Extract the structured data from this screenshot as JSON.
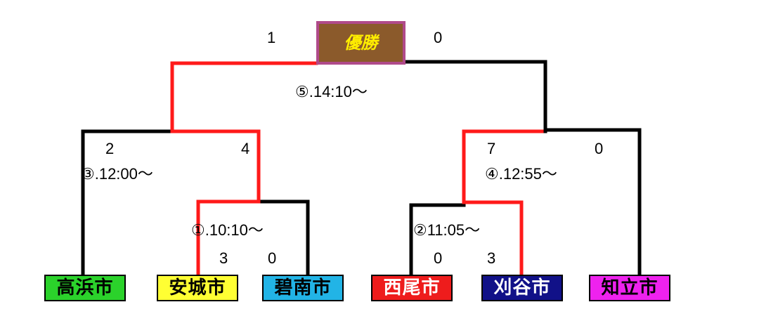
{
  "title": {
    "text": "優勝",
    "bg": "#8b5a2b",
    "border": "#b04a8a",
    "color": "#ffee00"
  },
  "colors": {
    "winner_line": "#ff1a1a",
    "loser_line": "#000000"
  },
  "teams": [
    {
      "name": "高浜市",
      "bg": "#2bd22b",
      "color": "#000000"
    },
    {
      "name": "安城市",
      "bg": "#ffff33",
      "color": "#000000"
    },
    {
      "name": "碧南市",
      "bg": "#22b4e6",
      "color": "#000000"
    },
    {
      "name": "西尾市",
      "bg": "#ee1c1c",
      "color": "#ffffff"
    },
    {
      "name": "刈谷市",
      "bg": "#111188",
      "color": "#ffffff"
    },
    {
      "name": "知立市",
      "bg": "#ee22ee",
      "color": "#000000"
    }
  ],
  "matches": {
    "m1": {
      "label": "①.10:10～",
      "score_left": "3",
      "score_right": "0"
    },
    "m2": {
      "label": "②11:05～",
      "score_left": "0",
      "score_right": "3"
    },
    "m3": {
      "label": "③.12:00～",
      "score_left": "2",
      "score_right": "4"
    },
    "m4": {
      "label": "④.12:55～",
      "score_left": "7",
      "score_right": "0"
    },
    "m5": {
      "label": "⑤.14:10～",
      "score_left": "1",
      "score_right": "0"
    }
  }
}
